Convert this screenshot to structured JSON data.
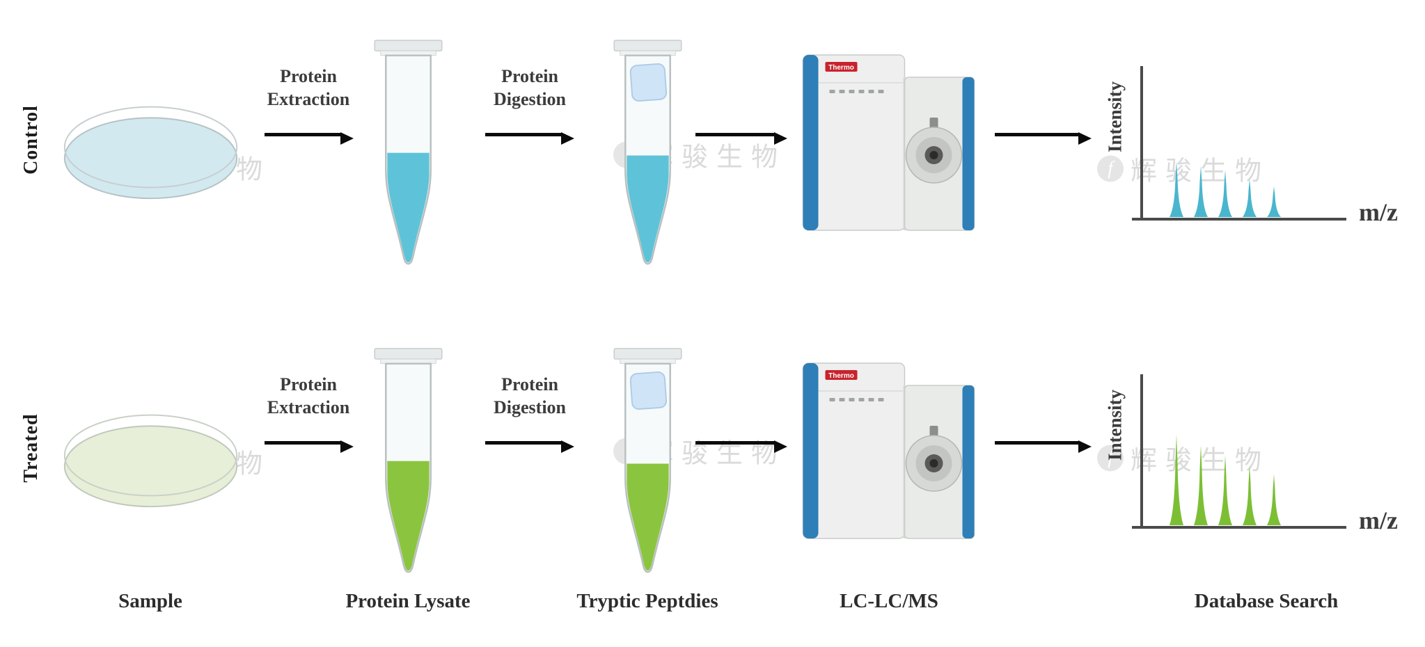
{
  "watermark": {
    "logo_letter": "f",
    "text": "辉骏生物"
  },
  "instrument": {
    "brand": "Thermo"
  },
  "tube2_block_color": "#cfe4f7",
  "columns": [
    "Sample",
    "Protein Lysate",
    "Tryptic Peptdies",
    "LC-LC/MS",
    "Database Search"
  ],
  "rows": [
    {
      "label": "Control",
      "dish_fill": "#d3e9f0",
      "liquid_color": "#5ec3d8",
      "peak_color": "#49b6ce",
      "steps": [
        {
          "line1": "Protein",
          "line2": "Extraction"
        },
        {
          "line1": "Protein",
          "line2": "Digestion"
        }
      ],
      "spectrum": {
        "ylabel": "Intensity",
        "xlabel": "m/z",
        "peaks": [
          0.38,
          0.35,
          0.32,
          0.26,
          0.21
        ]
      }
    },
    {
      "label": "Treated",
      "dish_fill": "#e7efd9",
      "liquid_color": "#8bc53f",
      "peak_color": "#7cbf35",
      "steps": [
        {
          "line1": "Protein",
          "line2": "Extraction"
        },
        {
          "line1": "Protein",
          "line2": "Digestion"
        }
      ],
      "spectrum": {
        "ylabel": "Intensity",
        "xlabel": "m/z",
        "peaks": [
          0.62,
          0.55,
          0.48,
          0.41,
          0.35
        ]
      }
    }
  ]
}
